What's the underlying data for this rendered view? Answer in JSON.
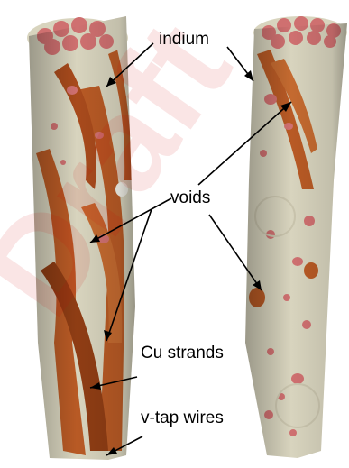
{
  "labels": {
    "indium": "indium",
    "voids": "voids",
    "cu_strands": "Cu strands",
    "v_tap_wires": "v-tap wires"
  },
  "watermark": {
    "text": "Draft"
  },
  "colors": {
    "indium_matrix": "#d8d4be",
    "copper": "#b85a25",
    "copper_dark": "#8f3d14",
    "void_pink": "#cf7070",
    "watermark": "#cc0000"
  },
  "objects": [
    "left-cylinder-specimen",
    "right-cylinder-specimen"
  ]
}
